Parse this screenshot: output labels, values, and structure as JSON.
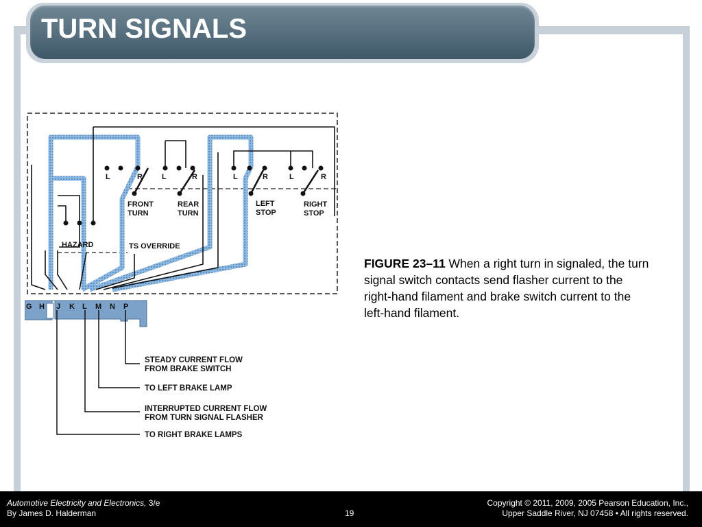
{
  "slide": {
    "title": "TURN SIGNALS"
  },
  "figure": {
    "switch_labels": {
      "l1": "L",
      "r1": "R",
      "l2": "L",
      "r2": "R",
      "l3": "L",
      "r3": "R",
      "l4": "L",
      "r4": "R"
    },
    "section_labels": {
      "front_1": "FRONT",
      "front_2": "TURN",
      "rear_1": "REAR",
      "rear_2": "TURN",
      "left_stop_1": "LEFT",
      "left_stop_2": "STOP",
      "right_stop_1": "RIGHT",
      "right_stop_2": "STOP",
      "hazard": "HAZARD",
      "ts_override": "TS OVERRIDE"
    },
    "connector_pins": [
      "G",
      "H",
      "J",
      "K",
      "L",
      "M",
      "N",
      "P"
    ],
    "callouts": {
      "steady_1": "STEADY CURRENT FLOW",
      "steady_2": "FROM BRAKE SWITCH",
      "left_brake": "TO LEFT BRAKE LAMP",
      "interrupted_1": "INTERRUPTED CURRENT FLOW",
      "interrupted_2": "FROM TURN SIGNAL FLASHER",
      "right_brake": "TO RIGHT BRAKE LAMPS"
    },
    "colors": {
      "current_flow": "#7aa9d6",
      "connector": "#7da2c9"
    }
  },
  "caption": {
    "figure_number": "FIGURE 23–11",
    "text": " When a right turn in signaled, the turn signal switch contacts send flasher current to the right-hand filament and brake switch current to the left-hand filament."
  },
  "footer": {
    "book_title": "Automotive Electricity and Electronics,",
    "edition": " 3/e",
    "author": "By James D. Halderman",
    "page_number": "19",
    "copyright": "Copyright © 2011, 2009, 2005 Pearson Education, Inc.,",
    "address": "Upper Saddle River, NJ 07458 • All rights reserved."
  }
}
